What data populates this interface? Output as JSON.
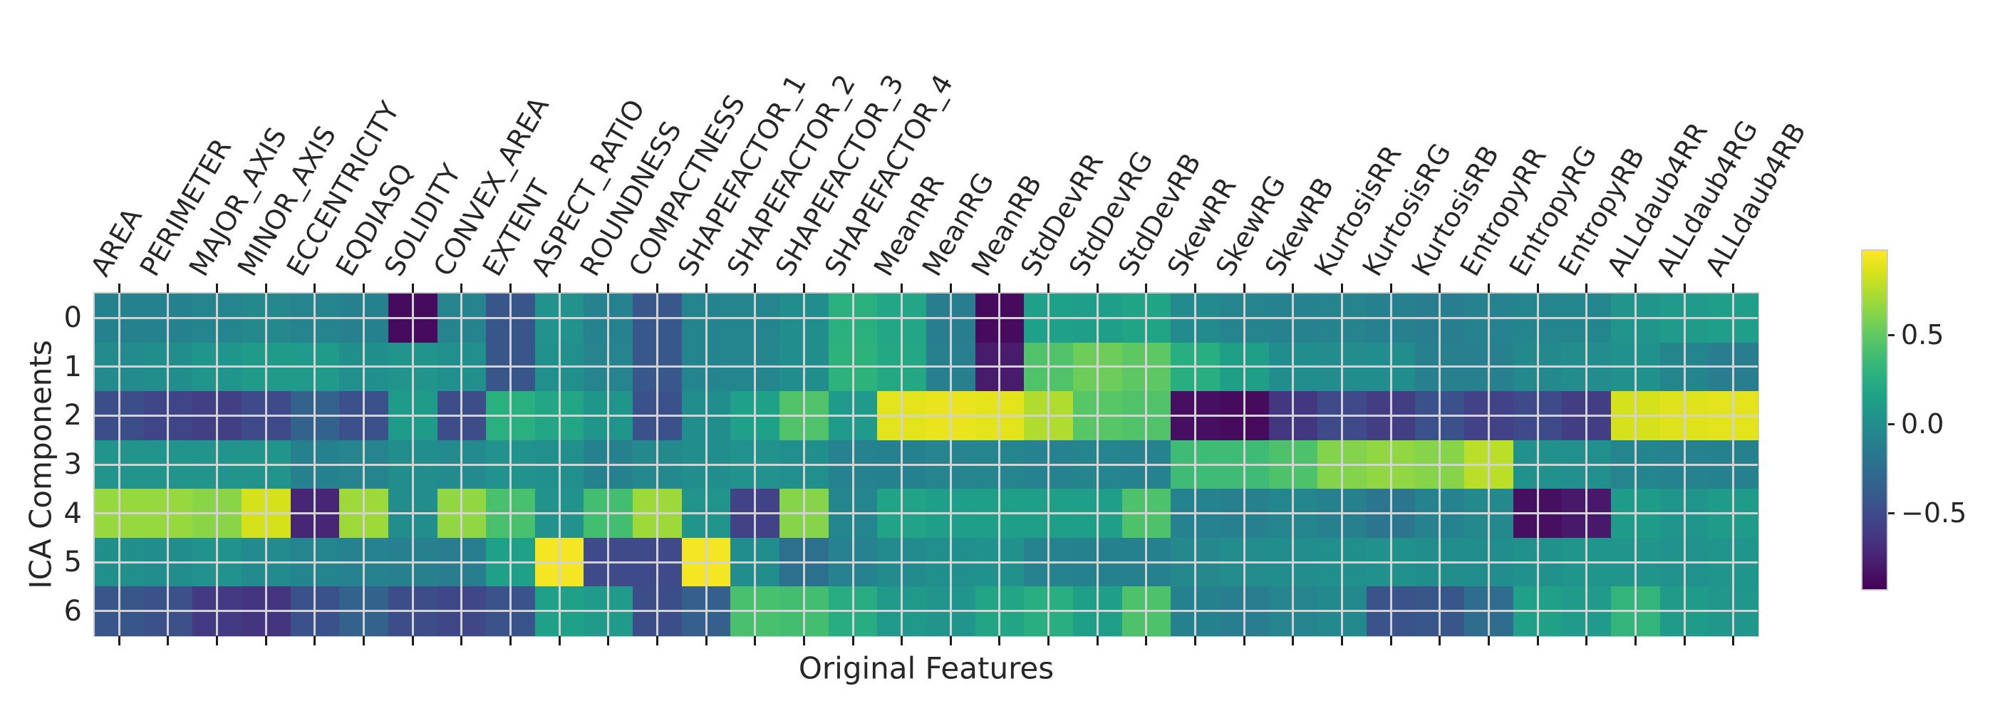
{
  "chart_data": {
    "type": "heatmap",
    "title": "",
    "xlabel": "Original Features",
    "ylabel": "ICA Components",
    "x_categories": [
      "AREA",
      "PERIMETER",
      "MAJOR_AXIS",
      "MINOR_AXIS",
      "ECCENTRICITY",
      "EQDIASQ",
      "SOLIDITY",
      "CONVEX_AREA",
      "EXTENT",
      "ASPECT_RATIO",
      "ROUNDNESS",
      "COMPACTNESS",
      "SHAPEFACTOR_1",
      "SHAPEFACTOR_2",
      "SHAPEFACTOR_3",
      "SHAPEFACTOR_4",
      "MeanRR",
      "MeanRG",
      "MeanRB",
      "StdDevRR",
      "StdDevRG",
      "StdDevRB",
      "SkewRR",
      "SkewRG",
      "SkewRB",
      "KurtosisRR",
      "KurtosisRG",
      "KurtosisRB",
      "EntropyRR",
      "EntropyRG",
      "EntropyRB",
      "ALLdaub4RR",
      "ALLdaub4RG",
      "ALLdaub4RB"
    ],
    "y_categories": [
      "0",
      "1",
      "2",
      "3",
      "4",
      "5",
      "6"
    ],
    "values": [
      [
        -0.09,
        -0.09,
        -0.06,
        -0.04,
        -0.07,
        -0.1,
        -0.87,
        -0.07,
        -0.42,
        0.04,
        -0.08,
        -0.4,
        -0.06,
        -0.06,
        0.0,
        0.28,
        0.2,
        -0.12,
        -0.87,
        0.15,
        0.13,
        0.18,
        -0.02,
        -0.07,
        -0.08,
        -0.07,
        -0.1,
        -0.12,
        -0.08,
        -0.06,
        -0.05,
        0.05,
        0.1,
        0.13
      ],
      [
        -0.02,
        0.01,
        0.06,
        0.11,
        0.1,
        0.02,
        0.05,
        0.02,
        -0.42,
        0.02,
        -0.07,
        -0.4,
        -0.06,
        -0.05,
        0.0,
        0.3,
        0.22,
        -0.1,
        -0.78,
        0.45,
        0.55,
        0.5,
        0.27,
        0.14,
        0.0,
        -0.01,
        0.0,
        -0.1,
        -0.1,
        -0.03,
        -0.01,
        0.03,
        -0.05,
        -0.12
      ],
      [
        -0.47,
        -0.53,
        -0.57,
        -0.5,
        -0.33,
        -0.45,
        0.12,
        -0.48,
        0.28,
        0.2,
        0.07,
        -0.45,
        0.0,
        0.15,
        0.45,
        0.1,
        0.9,
        0.92,
        0.9,
        0.75,
        0.48,
        0.45,
        -0.85,
        -0.87,
        -0.62,
        -0.5,
        -0.58,
        -0.45,
        -0.55,
        -0.5,
        -0.58,
        0.85,
        0.88,
        0.9
      ],
      [
        0.05,
        0.05,
        0.05,
        0.05,
        -0.09,
        -0.07,
        0.0,
        -0.02,
        0.04,
        0.02,
        -0.09,
        -0.03,
        0.0,
        0.04,
        0.02,
        -0.08,
        -0.09,
        -0.07,
        -0.06,
        -0.08,
        -0.06,
        -0.08,
        0.38,
        0.38,
        0.44,
        0.62,
        0.66,
        0.63,
        0.78,
        0.03,
        0.02,
        -0.06,
        -0.08,
        -0.09
      ],
      [
        0.68,
        0.68,
        0.64,
        0.85,
        -0.72,
        0.7,
        0.0,
        0.66,
        0.42,
        0.04,
        0.4,
        0.7,
        0.05,
        -0.55,
        0.63,
        -0.05,
        0.17,
        0.13,
        0.14,
        0.14,
        0.13,
        0.44,
        -0.08,
        -0.1,
        -0.05,
        -0.1,
        -0.18,
        -0.08,
        -0.03,
        -0.85,
        -0.8,
        0.12,
        0.06,
        0.12
      ],
      [
        0.02,
        0.0,
        0.04,
        -0.02,
        -0.06,
        -0.08,
        -0.1,
        -0.12,
        0.15,
        0.95,
        -0.5,
        -0.5,
        0.95,
        0.0,
        -0.22,
        -0.08,
        -0.02,
        0.02,
        0.03,
        -0.08,
        -0.09,
        -0.09,
        -0.04,
        -0.01,
        0.0,
        0.02,
        0.03,
        0.01,
        0.0,
        0.03,
        0.06,
        0.05,
        0.04,
        0.06
      ],
      [
        -0.42,
        -0.46,
        -0.6,
        -0.63,
        -0.45,
        -0.33,
        -0.48,
        -0.52,
        -0.43,
        0.15,
        0.1,
        -0.47,
        -0.35,
        0.42,
        0.4,
        0.26,
        0.09,
        0.05,
        0.19,
        0.27,
        0.14,
        0.44,
        -0.09,
        -0.12,
        -0.07,
        -0.03,
        -0.44,
        -0.42,
        -0.25,
        0.16,
        0.1,
        0.32,
        0.12,
        0.08
      ]
    ],
    "colormap": "viridis",
    "vmin": -0.92,
    "vmax": 0.98,
    "grid": true,
    "colorbar_ticks": [
      {
        "label": "0.5",
        "value": 0.5
      },
      {
        "label": "0.0",
        "value": 0.0
      },
      {
        "label": "−0.5",
        "value": -0.5
      }
    ]
  }
}
